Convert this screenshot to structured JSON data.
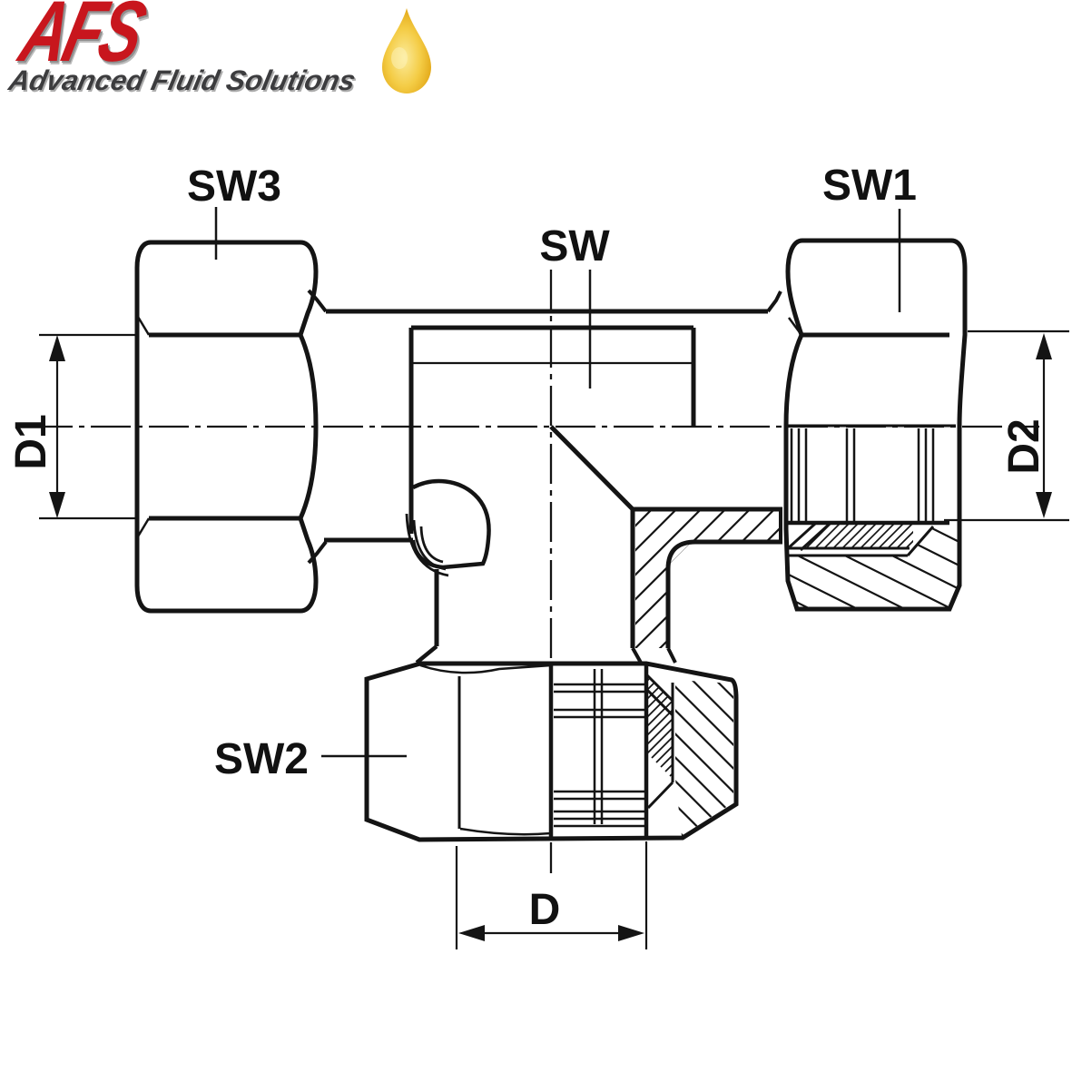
{
  "logo": {
    "acronym": "AFS",
    "tagline": "Advanced Fluid Solutions",
    "colors": {
      "acronym": "#c8161d",
      "tagline": "#3c3c3e",
      "drop": "#f2c21c"
    }
  },
  "drawing": {
    "kind": "cross-section technical drawing of a tee compression tube fitting",
    "line_color": "#141414",
    "background": "#ffffff",
    "labels": {
      "sw3": "SW3",
      "sw": "SW",
      "sw1": "SW1",
      "sw2": "SW2",
      "d1": "D1",
      "d2": "D2",
      "d": "D"
    }
  }
}
